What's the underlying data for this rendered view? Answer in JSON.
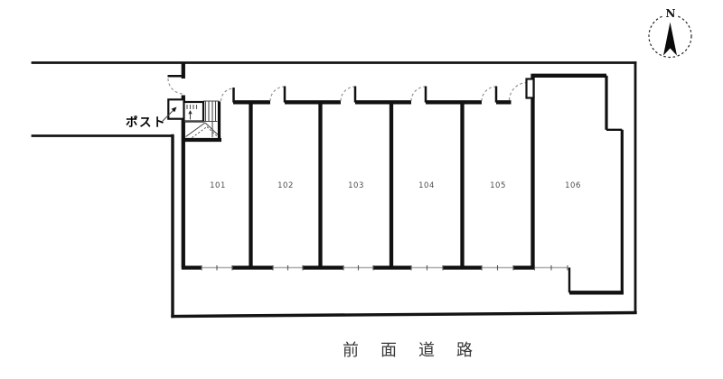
{
  "compass": {
    "north_label": "N"
  },
  "labels": {
    "mailbox": "ポスト",
    "front_road": "前面道路"
  },
  "rooms": [
    {
      "number": "101"
    },
    {
      "number": "102"
    },
    {
      "number": "103"
    },
    {
      "number": "104"
    },
    {
      "number": "105"
    },
    {
      "number": "106"
    }
  ],
  "colors": {
    "wall": "#111111",
    "boundary": "#141414",
    "window_line": "#b4b4b4",
    "door_swing": "#8a8a8a",
    "room_text": "#4d4d4d",
    "road_text": "#383838",
    "background": "#ffffff"
  }
}
